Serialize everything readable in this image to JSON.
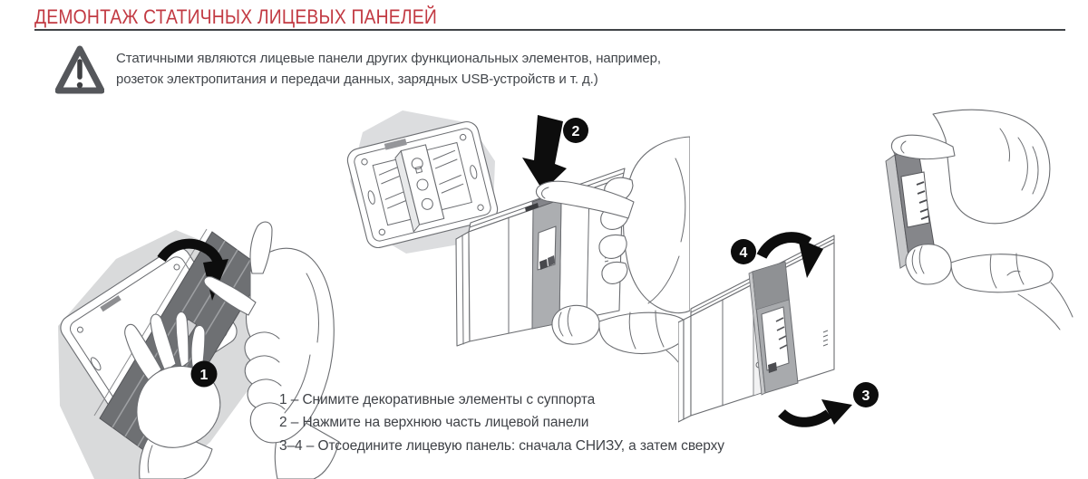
{
  "page": {
    "title": "ДЕМОНТАЖ СТАТИЧНЫХ ЛИЦЕВЫХ ПАНЕЛЕЙ"
  },
  "warning": {
    "line1": "Статичными являются лицевые панели других функциональных элементов, например,",
    "line2": "розеток электропитания и передачи данных, зарядных USB-устройств и т. д.)"
  },
  "figure": {
    "markers": {
      "step1": "1",
      "step2": "2",
      "step3": "3",
      "step4": "4"
    }
  },
  "steps": [
    "1 – Снимите декоративные элементы с суппорта",
    "2 – Нажмите на верхнюю часть лицевой панели",
    "3–4 – Отсоедините лицевую панель: сначала СНИЗУ, а затем сверху"
  ],
  "colors": {
    "accent_red": "#c23a43",
    "rule_gray": "#404347",
    "body_text": "#42464b",
    "line_art": "#6b6d71",
    "shade_gray": "#d9dadb",
    "panel_dark": "#6e7073",
    "panel_mid": "#a9abad",
    "marker_black": "#0d0d0d"
  }
}
